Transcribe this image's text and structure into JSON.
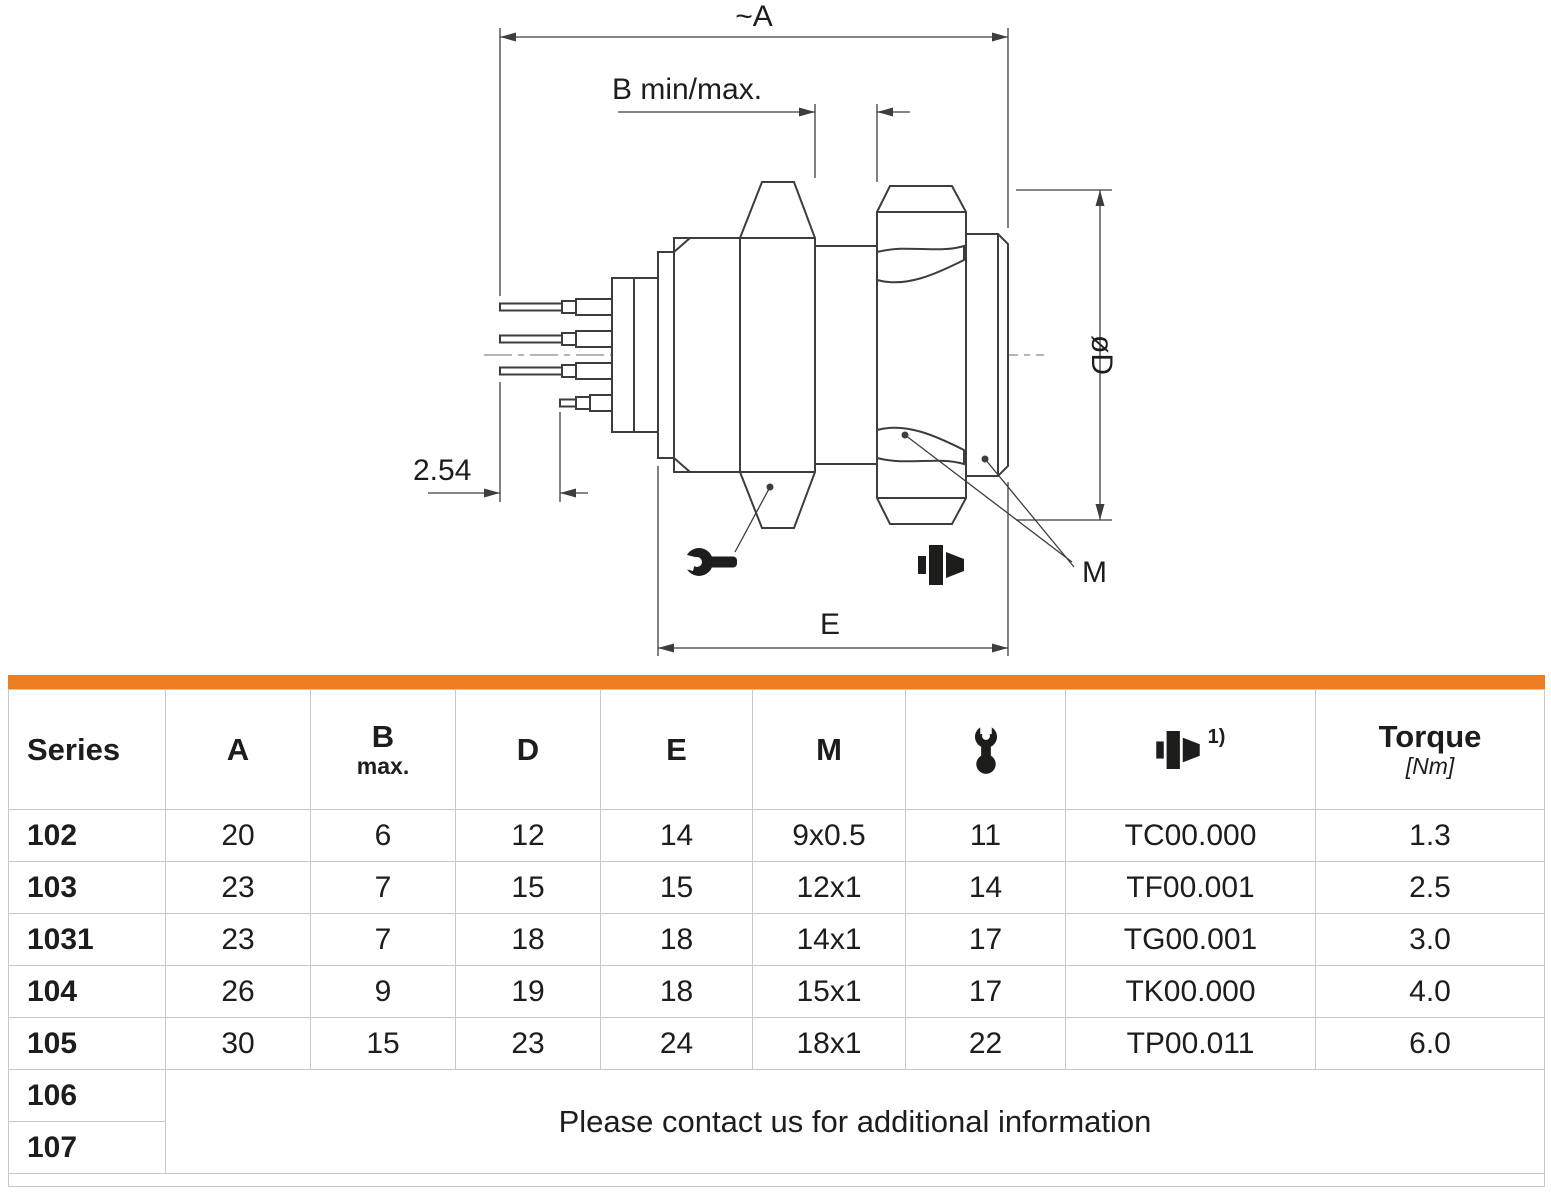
{
  "colors": {
    "accent_orange": "#ee7d21",
    "drawing_line": "#3d3d3c",
    "text": "#1d1d1b",
    "table_border": "#c8c8c8"
  },
  "drawing": {
    "labels": {
      "dim_a": "~A",
      "dim_b": "B min/max.",
      "pitch": "2.54",
      "dim_d": "øD",
      "dim_m": "M",
      "dim_e": "E"
    },
    "icons": {
      "wrench": "open-end-wrench",
      "mounting_tool": "mounting-tool"
    }
  },
  "table": {
    "headers": {
      "series": "Series",
      "a": "A",
      "b": "B",
      "b_sub": "max.",
      "d": "D",
      "e": "E",
      "m": "M",
      "nut_note": "1)",
      "torque": "Torque",
      "torque_sub": "[Nm]"
    },
    "rows": [
      {
        "series": "102",
        "values": [
          "20",
          "6",
          "12",
          "14",
          "9x0.5",
          "11",
          "TC00.000",
          "1.3"
        ]
      },
      {
        "series": "103",
        "values": [
          "23",
          "7",
          "15",
          "15",
          "12x1",
          "14",
          "TF00.001",
          "2.5"
        ]
      },
      {
        "series": "1031",
        "values": [
          "23",
          "7",
          "18",
          "18",
          "14x1",
          "17",
          "TG00.001",
          "3.0"
        ]
      },
      {
        "series": "104",
        "values": [
          "26",
          "9",
          "19",
          "18",
          "15x1",
          "17",
          "TK00.000",
          "4.0"
        ]
      },
      {
        "series": "105",
        "values": [
          "30",
          "15",
          "23",
          "24",
          "18x1",
          "22",
          "TP00.011",
          "6.0"
        ]
      },
      {
        "series": "106"
      },
      {
        "series": "107"
      }
    ],
    "contact_note": "Please contact us for additional information"
  }
}
